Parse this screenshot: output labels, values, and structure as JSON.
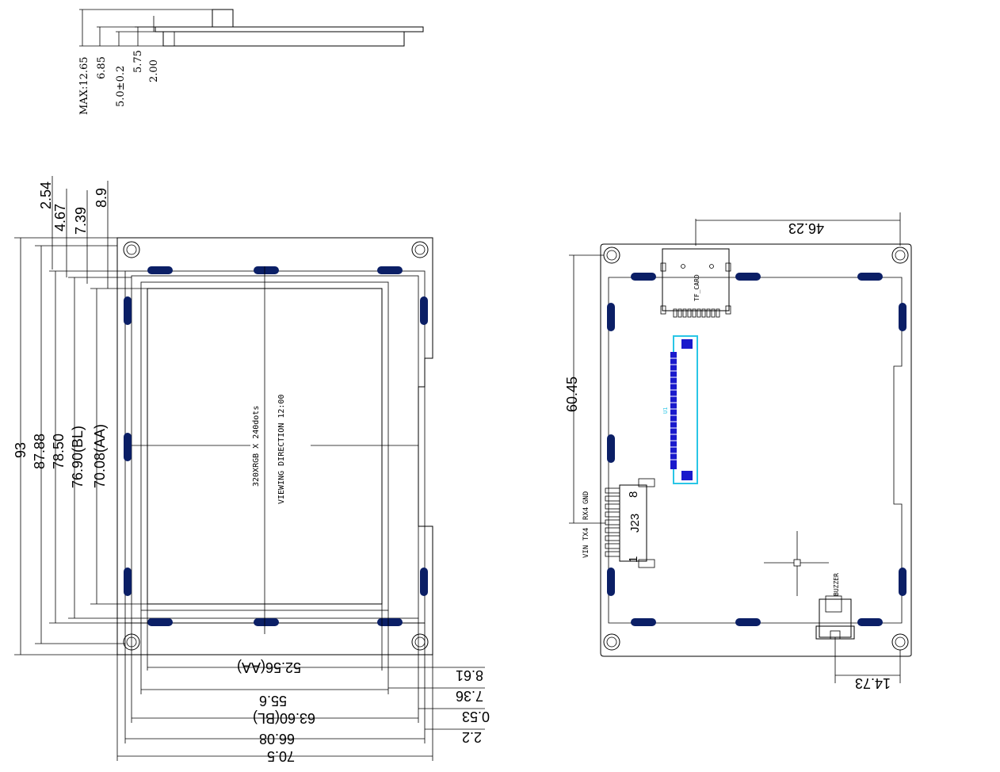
{
  "side_view": {
    "dims": [
      "MAX:12.65",
      "6.85",
      "5.0±0.2",
      "5.75",
      "2.00"
    ]
  },
  "front_view": {
    "text_resolution": "320XRGB X 240dots",
    "text_viewing": "VIEWING DIRECTION 12:00",
    "vertical_dims": [
      "93",
      "87.88",
      "78.50",
      "76.90(BL)",
      "70.08(AA)"
    ],
    "top_offsets": [
      "2.54",
      "4.67",
      "7.39",
      "8.9"
    ],
    "horizontal_dims": [
      "52.56(AA)",
      "55.6",
      "63.60(BL)",
      "66.08",
      "70.5"
    ],
    "right_offsets": [
      "8.61",
      "7.36",
      "0.53",
      "2.2"
    ]
  },
  "back_view": {
    "dim_top": "46.23",
    "dim_left": "60.45",
    "dim_bottom": "14.73",
    "tf_card_label": "TF_CARD",
    "fpc_label": "U1",
    "connector_label": "J23",
    "pin_first": "1",
    "pin_last": "8",
    "pin_names": [
      "VIN",
      "TX4",
      "RX4",
      "GND"
    ],
    "buzzer_label": "BUZZER"
  }
}
